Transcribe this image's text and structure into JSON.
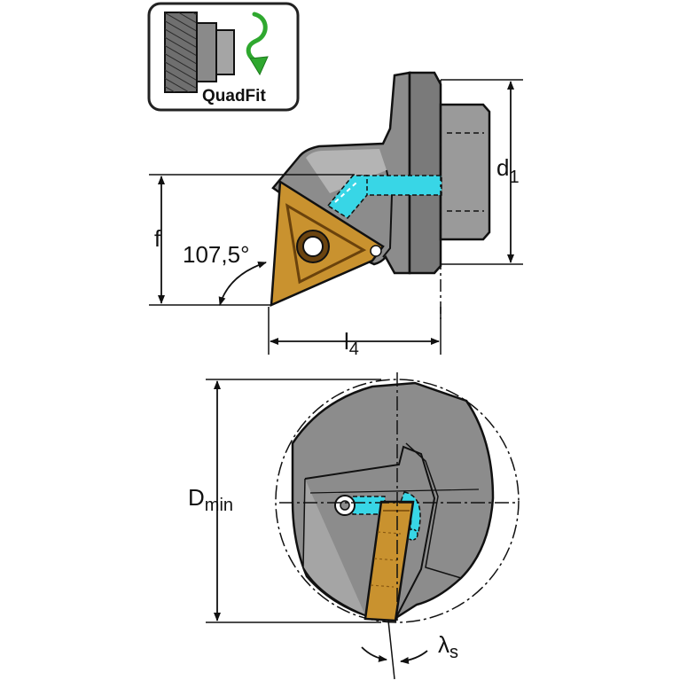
{
  "badge": {
    "label": "QuadFit"
  },
  "top_view": {
    "dim_d": {
      "main": "d",
      "sub": "1"
    },
    "dim_f": {
      "main": "f"
    },
    "dim_l": {
      "main": "l",
      "sub": "4"
    },
    "angle": {
      "text": "107,5°"
    }
  },
  "bottom_view": {
    "dim_D": {
      "main": "D",
      "sub": "min"
    },
    "dim_lambda": {
      "main": "λ",
      "sub": "s"
    }
  },
  "colors": {
    "body": "#8c8c8c",
    "body_dark": "#5e5e5e",
    "body_light": "#b4b4b4",
    "insert": "#c9922f",
    "insert_dark": "#8a5a12",
    "coolant": "#38d6e6",
    "line": "#111111"
  },
  "icons": [
    "quadfit-badge-icon",
    "rotate-arrow-icon"
  ]
}
